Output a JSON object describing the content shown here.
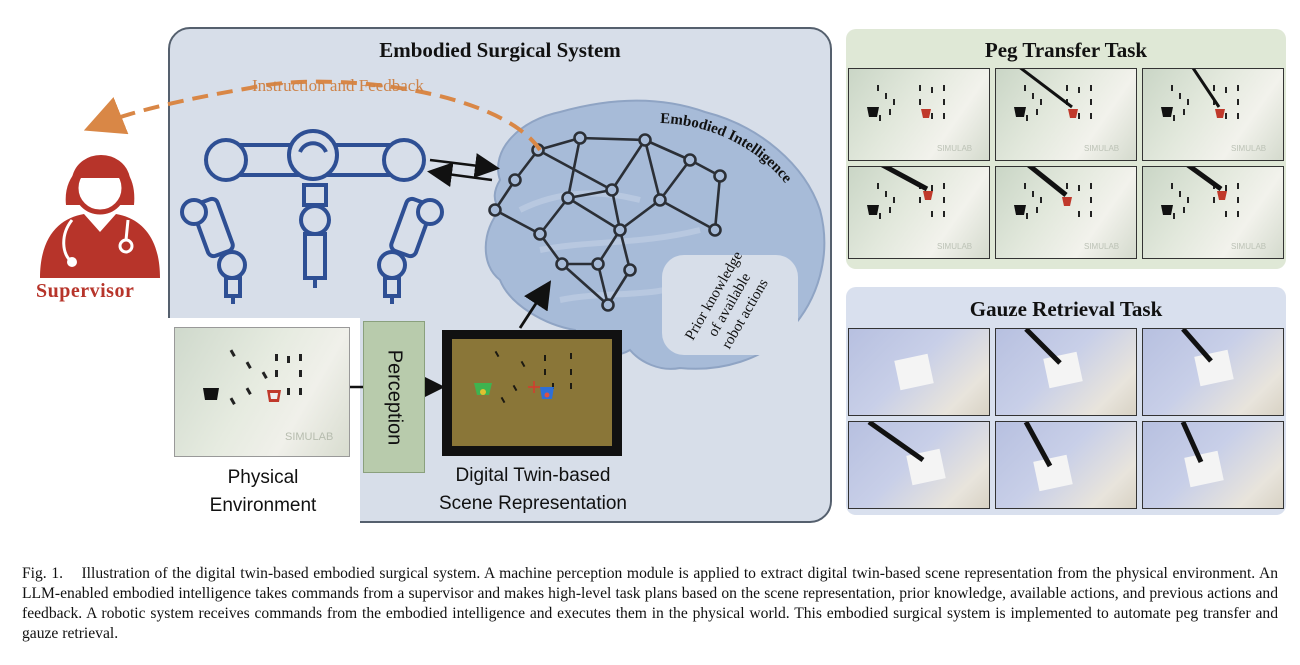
{
  "system": {
    "title": "Embodied Surgical System",
    "instruction_label": "Instruction and Feedback",
    "intelligence_label": "Embodied Intelligence",
    "prior_knowledge_label": [
      "Prior knowledge",
      "of available",
      "robot actions"
    ]
  },
  "supervisor": {
    "label": "Supervisor"
  },
  "physical": {
    "label_line1": "Physical",
    "label_line2": "Environment"
  },
  "perception": {
    "label": "Perception"
  },
  "digital_twin": {
    "label_line1": "Digital Twin-based",
    "label_line2": "Scene Representation"
  },
  "peg_task": {
    "title": "Peg Transfer Task"
  },
  "gauze_task": {
    "title": "Gauze Retrieval Task"
  },
  "colors": {
    "robot_blue": "#2e4f94",
    "supervisor_red": "#b7342a",
    "feedback_orange": "#d98746",
    "system_bg": "#d7dee9",
    "brain_blue": "#a7bbd8",
    "perception_green": "#b8cbac",
    "peg_panel": "#dfe8d6",
    "gauze_panel": "#d9e0ee"
  },
  "caption": {
    "label": "Fig. 1.",
    "text": "Illustration of the digital twin-based embodied surgical system. A machine perception module is applied to extract digital twin-based scene representation from the physical environment. An LLM-enabled embodied intelligence takes commands from a supervisor and makes high-level task plans based on the scene representation, prior knowledge, available actions, and previous actions and feedback. A robotic system receives commands from the embodied intelligence and executes them in the physical world. This embodied surgical system is implemented to automate peg transfer and gauze retrieval."
  }
}
